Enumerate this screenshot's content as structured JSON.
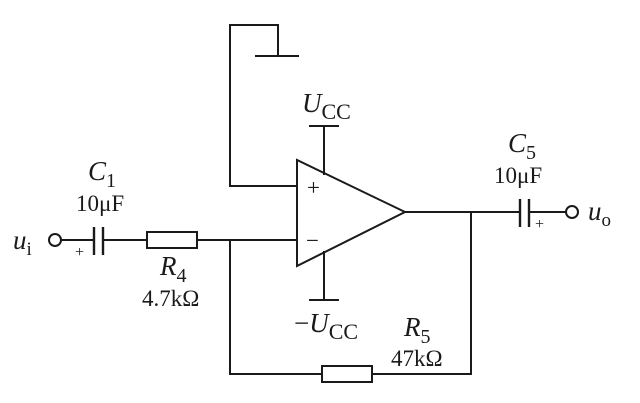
{
  "components": {
    "c1": {
      "symbol": "C",
      "index": "1",
      "value": "10μF",
      "polarity": "+"
    },
    "c5": {
      "symbol": "C",
      "index": "5",
      "value": "10μF",
      "polarity": "+"
    },
    "r4": {
      "symbol": "R",
      "index": "4",
      "value": "4.7kΩ"
    },
    "r5": {
      "symbol": "R",
      "index": "5",
      "value": "47kΩ"
    }
  },
  "opamp": {
    "noninverting": "+",
    "inverting": "−"
  },
  "supply": {
    "positive": {
      "symbol": "U",
      "sub": "CC"
    },
    "negative": {
      "prefix": "−",
      "symbol": "U",
      "sub": "CC"
    }
  },
  "ports": {
    "input": {
      "symbol": "u",
      "sub": "i"
    },
    "output": {
      "symbol": "u",
      "sub": "o"
    }
  }
}
